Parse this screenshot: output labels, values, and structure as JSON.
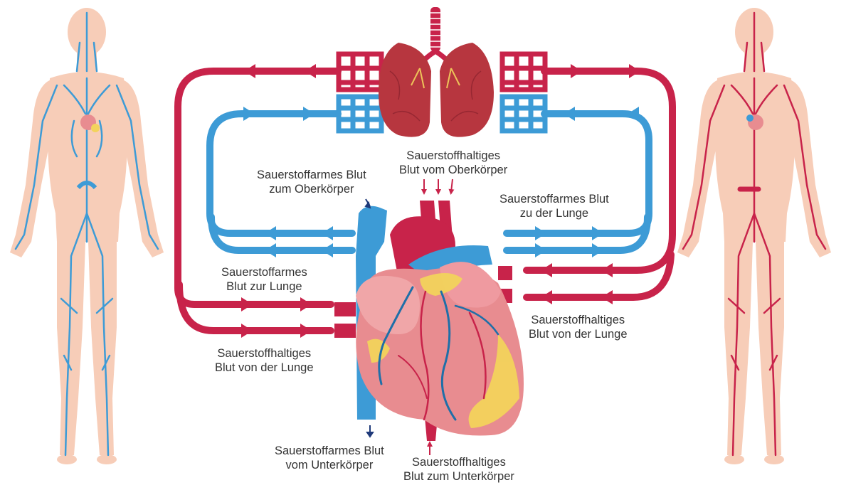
{
  "colors": {
    "oxygenated": "#c8234a",
    "deoxygenated": "#3d9bd6",
    "skin": "#f7cdb8",
    "heart": "#e88c90",
    "fat": "#f3d35c",
    "lung": "#b7363f",
    "vein_dark": "#1f6fa8",
    "label": "#333333"
  },
  "labels": {
    "deox_to_upper": {
      "line1": "Sauerstoffarmes Blut",
      "line2": "zum Oberkörper"
    },
    "ox_from_upper": {
      "line1": "Sauerstoffhaltiges",
      "line2": "Blut vom Oberkörper"
    },
    "deox_to_lung_r": {
      "line1": "Sauerstoffarmes Blut",
      "line2": "zu der Lunge"
    },
    "deox_to_lung_l": {
      "line1": "Sauerstoffarmes",
      "line2": "Blut zur Lunge"
    },
    "ox_from_lung_l": {
      "line1": "Sauerstoffhaltiges",
      "line2": "Blut von der Lunge"
    },
    "ox_from_lung_r": {
      "line1": "Sauerstoffhaltiges",
      "line2": "Blut von der Lunge"
    },
    "deox_from_lower": {
      "line1": "Sauerstoffarmes Blut",
      "line2": "vom Unterkörper"
    },
    "ox_to_lower": {
      "line1": "Sauerstoffhaltiges",
      "line2": "Blut zum Unterkörper"
    }
  },
  "icons": {
    "left_figure": "venous-system-figure-icon",
    "right_figure": "arterial-system-figure-icon",
    "lungs": "lungs-icon",
    "heart": "heart-icon"
  }
}
